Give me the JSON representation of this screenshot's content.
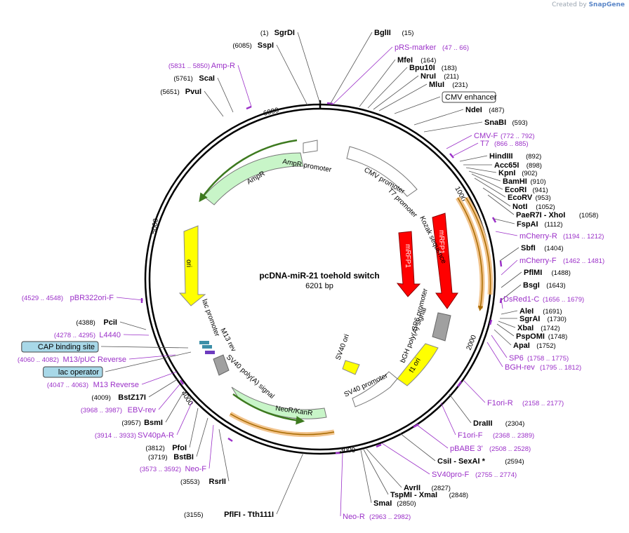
{
  "credit": {
    "prefix": "Created by",
    "brand": "SnapGene"
  },
  "plasmid": {
    "name": "pcDNA-miR-21 toehold switch",
    "size_label": "6201 bp",
    "length": 6201
  },
  "colors": {
    "enzyme": "#000000",
    "primer": "#9b30c8",
    "leader": "#555555",
    "ticks": "#000000"
  },
  "ticks": [
    "1000",
    "2000",
    "3000",
    "4000",
    "5000",
    "6000"
  ],
  "right_labels": [
    {
      "name": "BglII",
      "pos": "(15)",
      "type": "enzyme"
    },
    {
      "name": "pRS-marker",
      "pos": "(47 .. 66)",
      "type": "primer"
    },
    {
      "name": "MfeI",
      "pos": "(164)",
      "type": "enzyme"
    },
    {
      "name": "Bpu10I",
      "pos": "(183)",
      "type": "enzyme"
    },
    {
      "name": "NruI",
      "pos": "(211)",
      "type": "enzyme"
    },
    {
      "name": "MluI",
      "pos": "(231)",
      "type": "enzyme"
    },
    {
      "name": "CMV enhancer",
      "pos": "",
      "type": "box"
    },
    {
      "name": "NdeI",
      "pos": "(487)",
      "type": "enzyme"
    },
    {
      "name": "SnaBI",
      "pos": "(593)",
      "type": "enzyme"
    },
    {
      "name": "CMV-F",
      "pos": "(772 .. 792)",
      "type": "primer"
    },
    {
      "name": "T7",
      "pos": "(866 .. 885)",
      "type": "primer"
    },
    {
      "name": "HindIII",
      "pos": "(892)",
      "type": "enzyme"
    },
    {
      "name": "Acc65I",
      "pos": "(898)",
      "type": "enzyme"
    },
    {
      "name": "KpnI",
      "pos": "(902)",
      "type": "enzyme"
    },
    {
      "name": "BamHI",
      "pos": "(910)",
      "type": "enzyme"
    },
    {
      "name": "EcoRI",
      "pos": "(941)",
      "type": "enzyme"
    },
    {
      "name": "EcoRV",
      "pos": "(953)",
      "type": "enzyme"
    },
    {
      "name": "NotI",
      "pos": "(1052)",
      "type": "enzyme"
    },
    {
      "name": "PaeR7I - XhoI",
      "pos": "(1058)",
      "type": "enzyme"
    },
    {
      "name": "FspAI",
      "pos": "(1112)",
      "type": "enzyme"
    },
    {
      "name": "mCherry-R",
      "pos": "(1194 .. 1212)",
      "type": "primer"
    },
    {
      "name": "SbfI",
      "pos": "(1404)",
      "type": "enzyme"
    },
    {
      "name": "mCherry-F",
      "pos": "(1462 .. 1481)",
      "type": "primer"
    },
    {
      "name": "PflMI",
      "pos": "(1488)",
      "type": "enzyme"
    },
    {
      "name": "BsgI",
      "pos": "(1643)",
      "type": "enzyme"
    },
    {
      "name": "DsRed1-C",
      "pos": "(1656 .. 1679)",
      "type": "primer"
    },
    {
      "name": "AleI",
      "pos": "(1691)",
      "type": "enzyme"
    },
    {
      "name": "SgrAI",
      "pos": "(1730)",
      "type": "enzyme"
    },
    {
      "name": "XbaI",
      "pos": "(1742)",
      "type": "enzyme"
    },
    {
      "name": "PspOMI",
      "pos": "(1748)",
      "type": "enzyme"
    },
    {
      "name": "ApaI",
      "pos": "(1752)",
      "type": "enzyme"
    },
    {
      "name": "SP6",
      "pos": "(1758 .. 1775)",
      "type": "primer"
    },
    {
      "name": "BGH-rev",
      "pos": "(1795 .. 1812)",
      "type": "primer"
    },
    {
      "name": "F1ori-R",
      "pos": "(2158 .. 2177)",
      "type": "primer"
    },
    {
      "name": "DraIII",
      "pos": "(2304)",
      "type": "enzyme"
    },
    {
      "name": "F1ori-F",
      "pos": "(2368 .. 2389)",
      "type": "primer"
    },
    {
      "name": "pBABE 3'",
      "pos": "(2508 .. 2528)",
      "type": "primer"
    },
    {
      "name": "CsiI - SexAI *",
      "pos": "(2594)",
      "type": "enzyme"
    },
    {
      "name": "SV40pro-F",
      "pos": "(2755 .. 2774)",
      "type": "primer"
    },
    {
      "name": "AvrII",
      "pos": "(2827)",
      "type": "enzyme"
    },
    {
      "name": "TspMI - XmaI",
      "pos": "(2848)",
      "type": "enzyme"
    },
    {
      "name": "SmaI",
      "pos": "(2850)",
      "type": "enzyme"
    },
    {
      "name": "Neo-R",
      "pos": "(2963 .. 2982)",
      "type": "primer"
    }
  ],
  "left_labels": [
    {
      "name": "SgrDI",
      "pos": "(1)",
      "type": "enzyme"
    },
    {
      "name": "SspI",
      "pos": "(6085)",
      "type": "enzyme"
    },
    {
      "name": "Amp-R",
      "pos": "(5831 .. 5850)",
      "type": "primer"
    },
    {
      "name": "ScaI",
      "pos": "(5761)",
      "type": "enzyme"
    },
    {
      "name": "PvuI",
      "pos": "(5651)",
      "type": "enzyme"
    },
    {
      "name": "pBR322ori-F",
      "pos": "(4529 .. 4548)",
      "type": "primer"
    },
    {
      "name": "PciI",
      "pos": "(4388)",
      "type": "enzyme"
    },
    {
      "name": "L4440",
      "pos": "(4278 .. 4295)",
      "type": "primer"
    },
    {
      "name": "CAP binding site",
      "pos": "",
      "type": "box"
    },
    {
      "name": "M13/pUC Reverse",
      "pos": "(4060 .. 4082)",
      "type": "primer"
    },
    {
      "name": "lac operator",
      "pos": "",
      "type": "box"
    },
    {
      "name": "M13 Reverse",
      "pos": "(4047 .. 4063)",
      "type": "primer"
    },
    {
      "name": "BstZ17I",
      "pos": "(4009)",
      "type": "enzyme"
    },
    {
      "name": "EBV-rev",
      "pos": "(3968 .. 3987)",
      "type": "primer"
    },
    {
      "name": "BsmI",
      "pos": "(3957)",
      "type": "enzyme"
    },
    {
      "name": "SV40pA-R",
      "pos": "(3914 .. 3933)",
      "type": "primer"
    },
    {
      "name": "PfoI",
      "pos": "(3812)",
      "type": "enzyme"
    },
    {
      "name": "BstBI",
      "pos": "(3719)",
      "type": "enzyme"
    },
    {
      "name": "Neo-F",
      "pos": "(3573 .. 3592)",
      "type": "primer"
    },
    {
      "name": "RsrII",
      "pos": "(3553)",
      "type": "enzyme"
    },
    {
      "name": "PflFI - Tth111I",
      "pos": "(3155)",
      "type": "enzyme"
    }
  ],
  "features": [
    {
      "name": "AmpR",
      "color": "#c8f5c8"
    },
    {
      "name": "AmpR promoter",
      "color": "#ffffff"
    },
    {
      "name": "CMV promoter",
      "color": "#ffffff"
    },
    {
      "name": "T7 promoter",
      "color": "#ffffff"
    },
    {
      "name": "Kozak sequence",
      "color": "#ffffff"
    },
    {
      "name": "mRFP1",
      "color": "#ff0000"
    },
    {
      "name": "mRFP1",
      "color": "#ff0000"
    },
    {
      "name": "SP6 promoter",
      "color": "#ffffff"
    },
    {
      "name": "bGH poly(A) signal",
      "color": "#a0a0a0"
    },
    {
      "name": "f1 ori",
      "color": "#ffff00"
    },
    {
      "name": "SV40 promoter",
      "color": "#ffffff"
    },
    {
      "name": "SV40 ori",
      "color": "#ffff00"
    },
    {
      "name": "NeoR/KanR",
      "color": "#c8f5c8"
    },
    {
      "name": "SV40 poly(A) signal",
      "color": "#a0a0a0"
    },
    {
      "name": "M13 rev",
      "color": "#ffffff"
    },
    {
      "name": "lac promoter",
      "color": "#ffffff"
    },
    {
      "name": "ori",
      "color": "#ffff00"
    }
  ]
}
